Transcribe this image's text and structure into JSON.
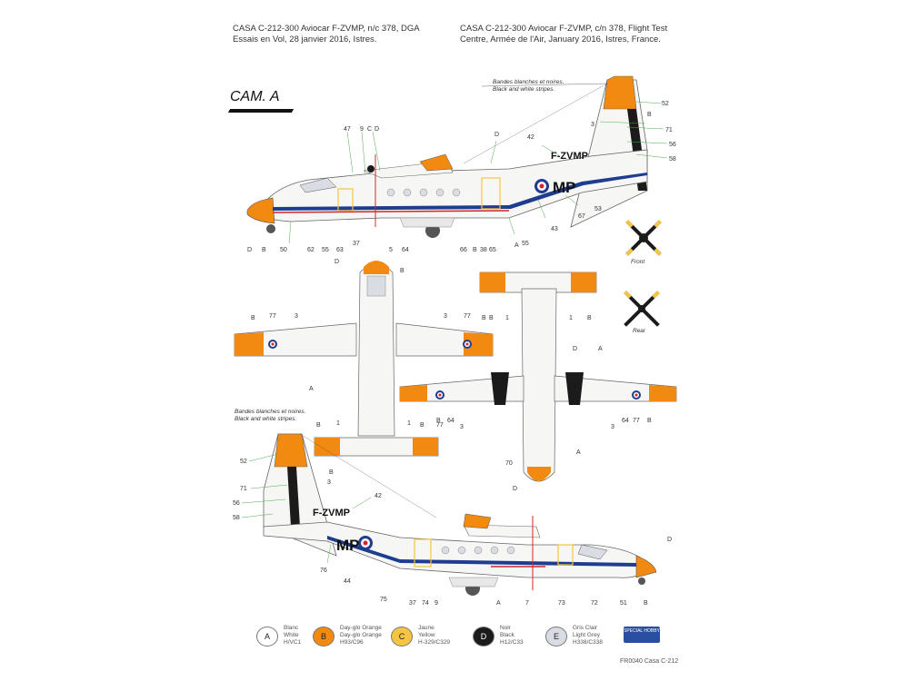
{
  "caption_fr": {
    "line1": "CASA C-212-300 Aviocar F-ZVMP, n/c 378, DGA",
    "line2": "Essais en Vol, 28 janvier 2016, Istres."
  },
  "caption_en": {
    "line1": "CASA C-212-300 Aviocar F-ZVMP, c/n 378, Flight Test",
    "line2": "Centre, Armée de l'Air, January 2016, Istres, France."
  },
  "scheme_label": "CAM. A",
  "registration": "F-ZVMP",
  "code": "MP",
  "notes": {
    "stripes_line1": "Bandes blanches et noires.",
    "stripes_line2": "Black and white stripes.",
    "prop_front": "Front",
    "prop_rear": "Rear"
  },
  "callouts_top": [
    "52",
    "B",
    "3",
    "71",
    "56",
    "58",
    "42",
    "47",
    "9",
    "C",
    "D",
    "D",
    "53",
    "67",
    "43",
    "A",
    "55",
    "D",
    "B",
    "50",
    "62",
    "55",
    "63",
    "37",
    "5",
    "64",
    "66",
    "B",
    "38",
    "65"
  ],
  "callouts_bottom": [
    "52",
    "B",
    "3",
    "71",
    "56",
    "58",
    "42",
    "76",
    "44",
    "75",
    "37",
    "74",
    "9",
    "A",
    "7",
    "73",
    "72",
    "51",
    "B",
    "D"
  ],
  "callouts_plan": [
    "D",
    "B",
    "B",
    "77",
    "3",
    "3",
    "77",
    "B",
    "A",
    "B",
    "1",
    "1",
    "B",
    "D",
    "A",
    "B",
    "64",
    "77",
    "3",
    "3",
    "64",
    "77",
    "B",
    "70",
    "A",
    "D",
    "B",
    "1",
    "1",
    "B"
  ],
  "colors": {
    "white": "#f6f6f4",
    "orange": "#f28a12",
    "yellow": "#f5c542",
    "black": "#1b1b1b",
    "grey": "#d9dde3",
    "blue": "#1f3d8f",
    "red": "#d5242a"
  },
  "legend": [
    {
      "key": "A",
      "fr": "Blanc",
      "en": "White",
      "code": "H/VC1",
      "color": "#ffffff"
    },
    {
      "key": "B",
      "fr": "Day-glo Orange",
      "en": "Day-glo Orange",
      "code": "H93/C96",
      "color": "#f28a12"
    },
    {
      "key": "C",
      "fr": "Jaune",
      "en": "Yellow",
      "code": "H-329/C329",
      "color": "#f5c542"
    },
    {
      "key": "D",
      "fr": "Noir",
      "en": "Black",
      "code": "H12/C33",
      "color": "#1b1b1b"
    },
    {
      "key": "E",
      "fr": "Gris Clair",
      "en": "Light Grey",
      "code": "H338/C338",
      "color": "#d9dde3"
    }
  ],
  "brand_label": "SPECIAL HOBBY",
  "footer": "FR0040 Casa C-212"
}
